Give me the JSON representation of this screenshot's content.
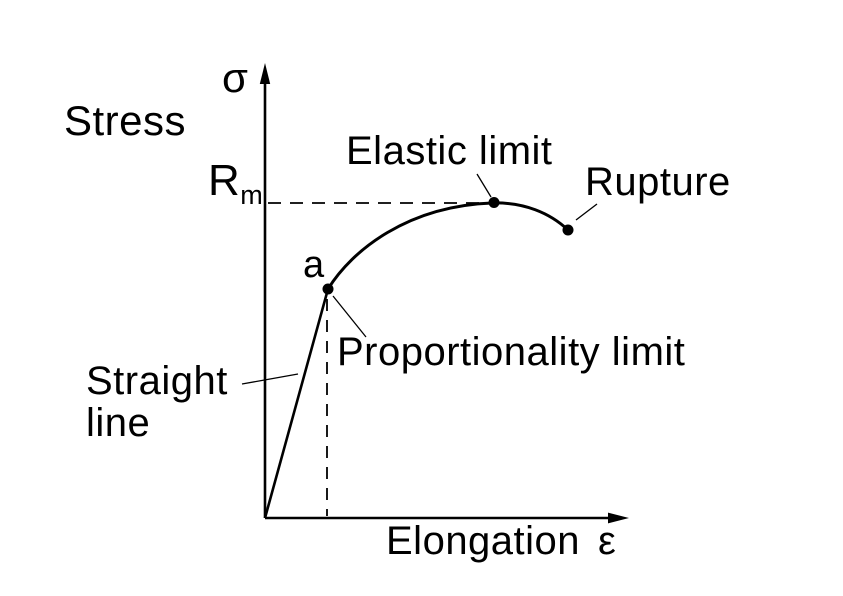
{
  "canvas": {
    "background": "#ffffff",
    "ink": "#000000"
  },
  "axes": {
    "y_symbol": "σ",
    "y_label": "Stress",
    "x_label": "Elongation",
    "x_symbol": "ε",
    "y_tick_base": "R",
    "y_tick_sub": "m"
  },
  "annotations": {
    "elastic_limit": "Elastic limit",
    "rupture": "Rupture",
    "point_a": "a",
    "proportionality_limit": "Proportionality limit",
    "straight_line_line1": "Straight",
    "straight_line_line2": "line"
  },
  "curve": {
    "type": "line",
    "landmarks": [
      {
        "name": "origin"
      },
      {
        "name": "proportionality-limit-point",
        "label": "a"
      },
      {
        "name": "elastic-limit-point",
        "stress_level": "Rm"
      },
      {
        "name": "rupture-point"
      }
    ]
  }
}
